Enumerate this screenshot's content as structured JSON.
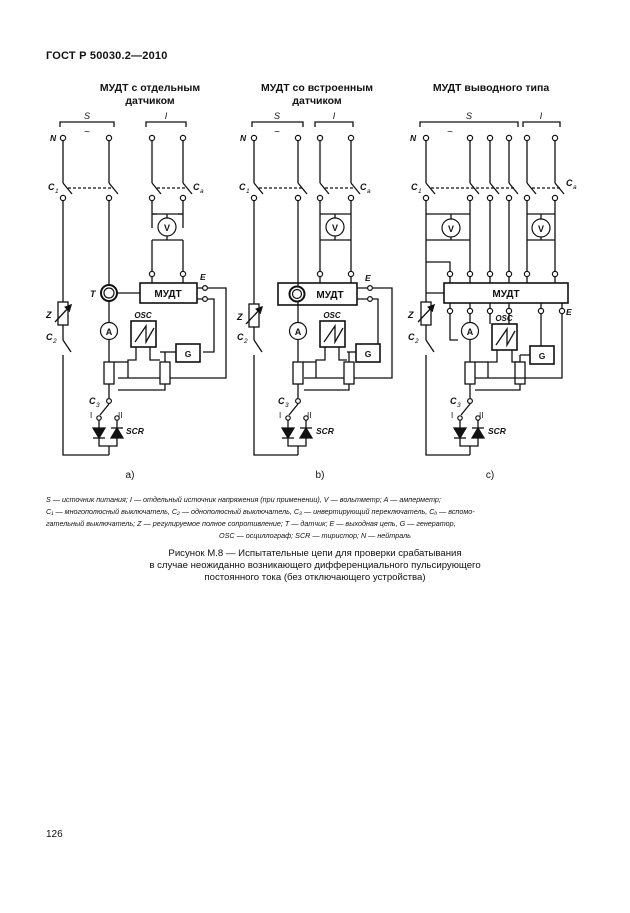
{
  "header": "ГОСТ Р 50030.2—2010",
  "panels": [
    {
      "title_l1": "МУДТ с отдельным",
      "title_l2": "датчиком",
      "label": "a)"
    },
    {
      "title_l1": "МУДТ со встроенным",
      "title_l2": "датчиком",
      "label": "b)"
    },
    {
      "title_l1": "МУДТ выводного типа",
      "title_l2": "",
      "label": "c)"
    }
  ],
  "labels": {
    "S": "S",
    "I": "I",
    "N": "N",
    "tilde": "~",
    "C1": "C",
    "C1_sub": "1",
    "C2": "C",
    "C2_sub": "2",
    "C3": "C",
    "C3_sub": "3",
    "Ca": "C",
    "Ca_sub": "a",
    "V": "V",
    "A": "A",
    "G": "G",
    "T": "T",
    "E": "E",
    "Z": "Z",
    "OSC": "OSC",
    "SCR": "SCR",
    "I_roman": "I",
    "II_roman": "II",
    "mudt": "МУДТ"
  },
  "legend": {
    "line1": "S — источник питания; I — отдельный источник напряжения (при применении), V — вольтметр; A — амперметр;",
    "line2": "C₁ — многополюсный выключатель, C₂ — однополюсный выключатель, C₃ — инвертирующий переключатель, Cₐ — вспомо-",
    "line3": "гательный выключатель; Z — регулируемое полное сопротивление; T — датчик; E — выходная цепь, G — генератор,",
    "line4": "OSC — осциллограф; SCR — тиристор; N — нейтраль"
  },
  "caption": {
    "line1": "Рисунок М.8 — Испытательные цепи для проверки срабатывания",
    "line2": "в случае неожиданно возникающего дифференциального пульсирующего",
    "line3": "постоянного тока (без отключающего  устройства)"
  },
  "page_number": "126"
}
